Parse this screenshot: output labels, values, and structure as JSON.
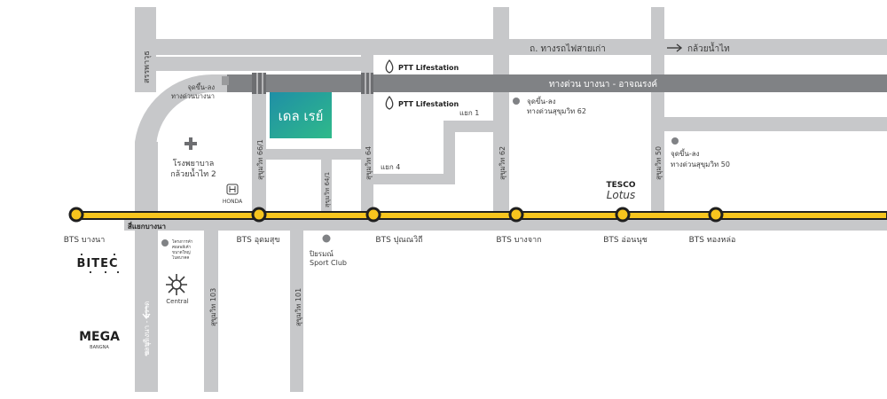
{
  "map": {
    "project": "เดล เรย์",
    "colors": {
      "road": "#c7c8ca",
      "expressway": "#808285",
      "bts_line": "#f7c51e",
      "project": "#1aa5a0",
      "text": "#3c3c3c"
    },
    "roads": {
      "old_rail_road": "ถ. ทางรถไฟสายเก่า",
      "to_kluaynamthai": "กล้วยน้ำไท",
      "expressway": "ทางด่วน บางนา - อาจณรงค์",
      "sanphawut": "สรรพาวุธ",
      "bangna_trat": "ถ. บางนา - ตราด",
      "chonburi": "ชลบุรี",
      "soi_66_1": "สุขุมวิท 66/1",
      "soi_64_1": "สุขุมวิท 64/1",
      "soi_64": "สุขุมวิท 64",
      "soi_62": "สุขุมวิท 62",
      "soi_50": "สุขุมวิท 50",
      "soi_103": "สุขุมวิท 103",
      "soi_101": "สุขุมวิท 101",
      "yaek_bangna": "สี่แยกบางนา",
      "yaek_1": "แยก 1",
      "yaek_4": "แยก 4"
    },
    "places": {
      "ptt_1": "PTT Lifestation",
      "ptt_2": "PTT Lifestation",
      "ramp_bangna_1": "จุดขึ้น-ลง",
      "ramp_bangna_2": "ทางด่วนบางนา",
      "ramp_62_1": "จุดขึ้น-ลง",
      "ramp_62_2": "ทางด่วนสุขุมวิท 62",
      "ramp_50_1": "จุดขึ้น-ลง",
      "ramp_50_2": "ทางด่วนสุขุมวิท 50",
      "hospital_1": "โรงพยาบาล",
      "hospital_2": "กล้วยน้ำไท 2",
      "honda": "HONDA",
      "piyarom_1": "ปิยรมณ์",
      "piyarom_2": "Sport Club",
      "mall_project_1": "โครงการค้า",
      "mall_project_2": "ศอลพลีเค้า",
      "mall_project_3": "ขนาดใหญ่",
      "mall_project_4": "ไบตบาคค",
      "tesco_1": "TESCO",
      "tesco_2": "Lotus",
      "bitec": "BITEC",
      "central": "Central",
      "mega": "MEGA",
      "mega_sub": "BANGNA"
    },
    "bts": [
      {
        "name": "BTS บางนา"
      },
      {
        "name": "BTS อุดมสุข"
      },
      {
        "name": "BTS ปุณณวิถี"
      },
      {
        "name": "BTS บางจาก"
      },
      {
        "name": "BTS อ่อนนุช"
      },
      {
        "name": "BTS ทองหล่อ"
      }
    ],
    "icons": [
      "hospital-cross-icon",
      "ptt-flame-icon",
      "honda-logo-icon",
      "arrow-right-icon",
      "arrow-down-icon",
      "location-dot-icon"
    ]
  }
}
